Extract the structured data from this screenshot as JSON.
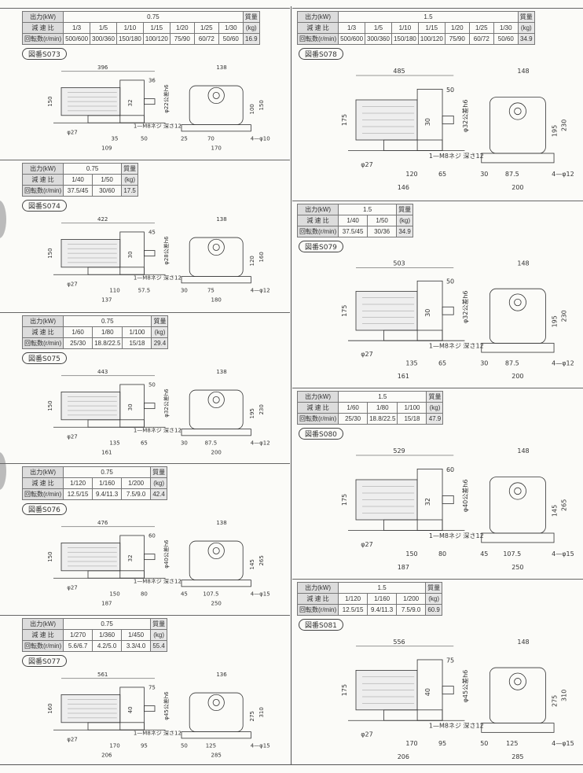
{
  "labels": {
    "output": "出力(kW)",
    "ratio": "減 速 比",
    "speed": "回転数(r/min)",
    "mass": "質量",
    "kg": "(kg)"
  },
  "sections": [
    {
      "id": "S073",
      "fig": "図番S073",
      "kw": "0.75",
      "ratios": [
        "1/3",
        "1/5",
        "1/10",
        "1/15",
        "1/20",
        "1/25",
        "1/30"
      ],
      "speeds": [
        "500/600",
        "300/360",
        "150/180",
        "100/120",
        "75/90",
        "60/72",
        "50/60"
      ],
      "mass": "16.9",
      "dims": {
        "length": "396",
        "motor_h": "150",
        "shaft_d": "φ27",
        "a": "36",
        "b": "32",
        "tol": "φ22公差h6",
        "screw": "1—M8ネジ 深さ12",
        "foot_a": "35",
        "foot_b": "50",
        "foot_total": "109",
        "top": "138",
        "h1": "100",
        "h2": "150",
        "fx1": "25",
        "fx2": "70",
        "holes": "4—φ10",
        "base": "170"
      }
    },
    {
      "id": "S074",
      "fig": "図番S074",
      "kw": "0.75",
      "ratios": [
        "1/40",
        "1/50"
      ],
      "speeds": [
        "37.5/45",
        "30/60"
      ],
      "mass": "17.5",
      "dims": {
        "length": "422",
        "motor_h": "150",
        "shaft_d": "φ27",
        "a": "45",
        "b": "30",
        "tol": "φ28公差h6",
        "screw": "1—M8ネジ 深さ12",
        "foot_a": "110",
        "foot_b": "57.5",
        "foot_total": "137",
        "top": "138",
        "h1": "120",
        "h2": "160",
        "fx1": "30",
        "fx2": "75",
        "holes": "4—φ12",
        "base": "180"
      }
    },
    {
      "id": "S075",
      "fig": "図番S075",
      "kw": "0.75",
      "ratios": [
        "1/60",
        "1/80",
        "1/100"
      ],
      "speeds": [
        "25/30",
        "18.8/22.5",
        "15/18"
      ],
      "mass": "29.4",
      "dims": {
        "length": "443",
        "motor_h": "150",
        "shaft_d": "φ27",
        "a": "50",
        "b": "30",
        "tol": "φ32公差h6",
        "screw": "1—M8ネジ 深さ12",
        "foot_a": "135",
        "foot_b": "65",
        "foot_total": "161",
        "top": "138",
        "h1": "195",
        "h2": "230",
        "fx1": "30",
        "fx2": "87.5",
        "holes": "4—φ12",
        "base": "200"
      }
    },
    {
      "id": "S076",
      "fig": "図番S076",
      "kw": "0.75",
      "ratios": [
        "1/120",
        "1/160",
        "1/200"
      ],
      "speeds": [
        "12.5/15",
        "9.4/11.3",
        "7.5/9.0"
      ],
      "mass": "42.4",
      "dims": {
        "length": "476",
        "motor_h": "150",
        "shaft_d": "φ27",
        "a": "60",
        "b": "32",
        "tol": "φ40公差h6",
        "screw": "1—M8ネジ 深さ12",
        "foot_a": "150",
        "foot_b": "80",
        "foot_total": "187",
        "top": "138",
        "h1": "145",
        "h2": "265",
        "fx1": "45",
        "fx2": "107.5",
        "holes": "4—φ15",
        "base": "250"
      }
    },
    {
      "id": "S077",
      "fig": "図番S077",
      "kw": "0.75",
      "ratios": [
        "1/270",
        "1/360",
        "1/450"
      ],
      "speeds": [
        "5.6/6.7",
        "4.2/5.0",
        "3.3/4.0"
      ],
      "mass": "55.4",
      "dims": {
        "length": "561",
        "motor_h": "160",
        "shaft_d": "φ27",
        "a": "75",
        "b": "40",
        "tol": "φ45公差h6",
        "screw": "1—M8ネジ 深さ12",
        "foot_a": "170",
        "foot_b": "95",
        "foot_total": "206",
        "top": "136",
        "h1": "275",
        "h2": "310",
        "fx1": "50",
        "fx2": "125",
        "holes": "4—φ15",
        "base": "285"
      }
    },
    {
      "id": "S078",
      "fig": "図番S078",
      "kw": "1.5",
      "ratios": [
        "1/3",
        "1/5",
        "1/10",
        "1/15",
        "1/20",
        "1/25",
        "1/30"
      ],
      "speeds": [
        "500/600",
        "300/360",
        "150/180",
        "100/120",
        "75/90",
        "60/72",
        "50/60"
      ],
      "mass": "34.9",
      "dims": {
        "length": "485",
        "motor_h": "175",
        "shaft_d": "φ27",
        "a": "50",
        "b": "30",
        "tol": "φ32公差h6",
        "screw": "1—M8ネジ 深さ12",
        "foot_a": "120",
        "foot_b": "65",
        "foot_total": "146",
        "top": "148",
        "h1": "195",
        "h2": "230",
        "fx1": "30",
        "fx2": "87.5",
        "holes": "4—φ12",
        "base": "200"
      }
    },
    {
      "id": "S079",
      "fig": "図番S079",
      "kw": "1.5",
      "ratios": [
        "1/40",
        "1/50"
      ],
      "speeds": [
        "37.5/45",
        "30/36"
      ],
      "mass": "34.9",
      "dims": {
        "length": "503",
        "motor_h": "175",
        "shaft_d": "φ27",
        "a": "50",
        "b": "30",
        "tol": "φ32公差h6",
        "screw": "1—M8ネジ 深さ12",
        "foot_a": "135",
        "foot_b": "65",
        "foot_total": "161",
        "top": "148",
        "h1": "195",
        "h2": "230",
        "fx1": "30",
        "fx2": "87.5",
        "holes": "4—φ12",
        "base": "200"
      }
    },
    {
      "id": "S080",
      "fig": "図番S080",
      "kw": "1.5",
      "ratios": [
        "1/60",
        "1/80",
        "1/100"
      ],
      "speeds": [
        "25/30",
        "18.8/22.5",
        "15/18"
      ],
      "mass": "47.9",
      "dims": {
        "length": "529",
        "motor_h": "175",
        "shaft_d": "φ27",
        "a": "60",
        "b": "32",
        "tol": "φ40公差h6",
        "screw": "1—M8ネジ 深さ12",
        "foot_a": "150",
        "foot_b": "80",
        "foot_total": "187",
        "top": "148",
        "h1": "145",
        "h2": "265",
        "fx1": "45",
        "fx2": "107.5",
        "holes": "4—φ15",
        "base": "250"
      }
    },
    {
      "id": "S081",
      "fig": "図番S081",
      "kw": "1.5",
      "ratios": [
        "1/120",
        "1/160",
        "1/200"
      ],
      "speeds": [
        "12.5/15",
        "9.4/11.3",
        "7.5/9.0"
      ],
      "mass": "60.9",
      "dims": {
        "length": "556",
        "motor_h": "175",
        "shaft_d": "φ27",
        "a": "75",
        "b": "40",
        "tol": "φ45公差h6",
        "screw": "1—M8ネジ 深さ12",
        "foot_a": "170",
        "foot_b": "95",
        "foot_total": "206",
        "top": "148",
        "h1": "275",
        "h2": "310",
        "fx1": "50",
        "fx2": "125",
        "holes": "4—φ15",
        "base": "285"
      }
    }
  ]
}
